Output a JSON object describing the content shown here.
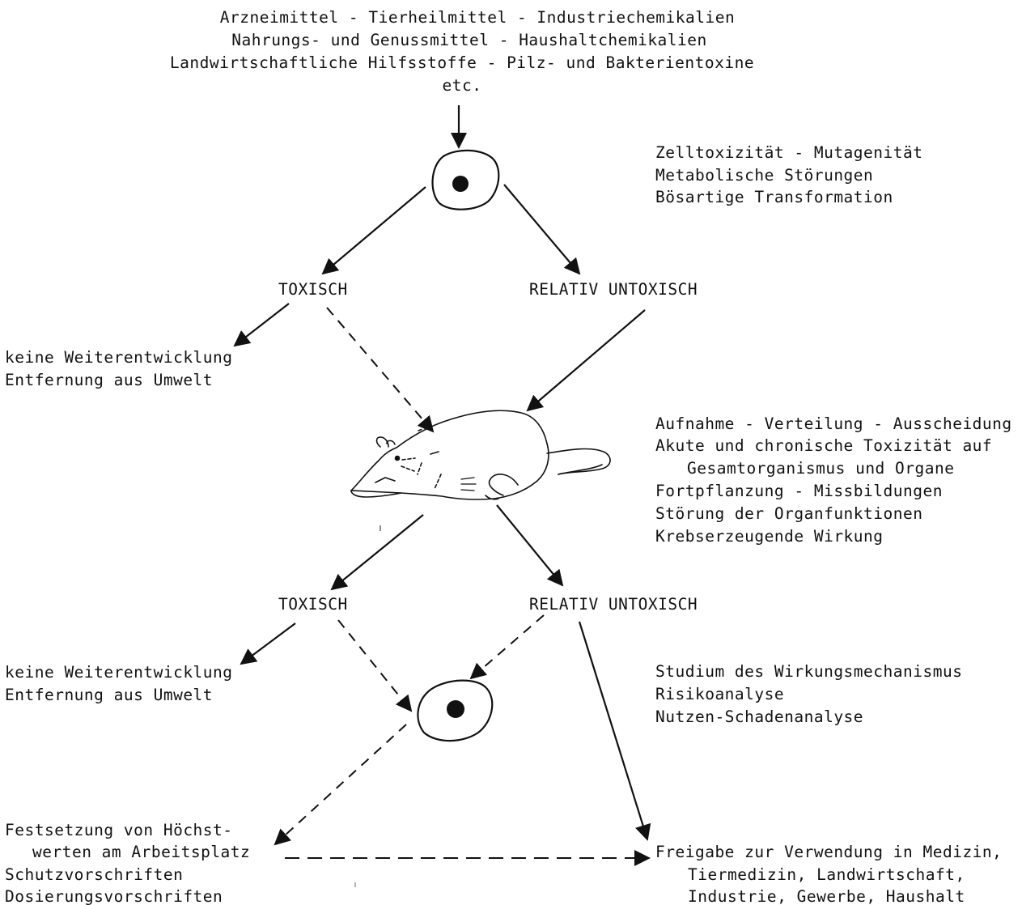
{
  "header": {
    "line1": "Arzneimittel - Tierheilmittel - Industriechemikalien",
    "line2": "Nahrungs- und Genussmittel - Haushaltchemikalien",
    "line3": "Landwirtschaftliche Hilfsstoffe - Pilz- und Bakterientoxine",
    "line4": "etc."
  },
  "cell_notes": {
    "line1": "Zelltoxizität - Mutagenität",
    "line2": "Metabolische Störungen",
    "line3": "Bösartige Transformation"
  },
  "level1": {
    "toxic": "TOXISCH",
    "nontoxic": "RELATIV UNTOXISCH",
    "outcome_line1": "keine Weiterentwicklung",
    "outcome_line2": "Entfernung aus Umwelt"
  },
  "animal_notes": {
    "line1": "Aufnahme - Verteilung - Ausscheidung",
    "line2": "Akute und chronische Toxizität auf",
    "line3": "Gesamtorganismus und Organe",
    "line4": "Fortpflanzung - Missbildungen",
    "line5": "Störung der Organfunktionen",
    "line6": "Krebserzeugende Wirkung"
  },
  "level2": {
    "toxic": "TOXISCH",
    "nontoxic": "RELATIV UNTOXISCH",
    "outcome_line1": "keine Weiterentwicklung",
    "outcome_line2": "Entfernung aus Umwelt"
  },
  "mechanism_notes": {
    "line1": "Studium des Wirkungsmechanismus",
    "line2": "Risikoanalyse",
    "line3": "Nutzen-Schadenanalyse"
  },
  "limits": {
    "line1": "Festsetzung von Höchst-",
    "line2": "werten am Arbeitsplatz",
    "line3": "Schutzvorschriften",
    "line4": "Dosierungsvorschriften"
  },
  "release": {
    "line1": "Freigabe zur Verwendung in Medizin,",
    "line2": "Tiermedizin, Landwirtschaft,",
    "line3": "Industrie, Gewerbe, Haushalt"
  },
  "colors": {
    "ink": "#111111",
    "background": "#ffffff"
  }
}
